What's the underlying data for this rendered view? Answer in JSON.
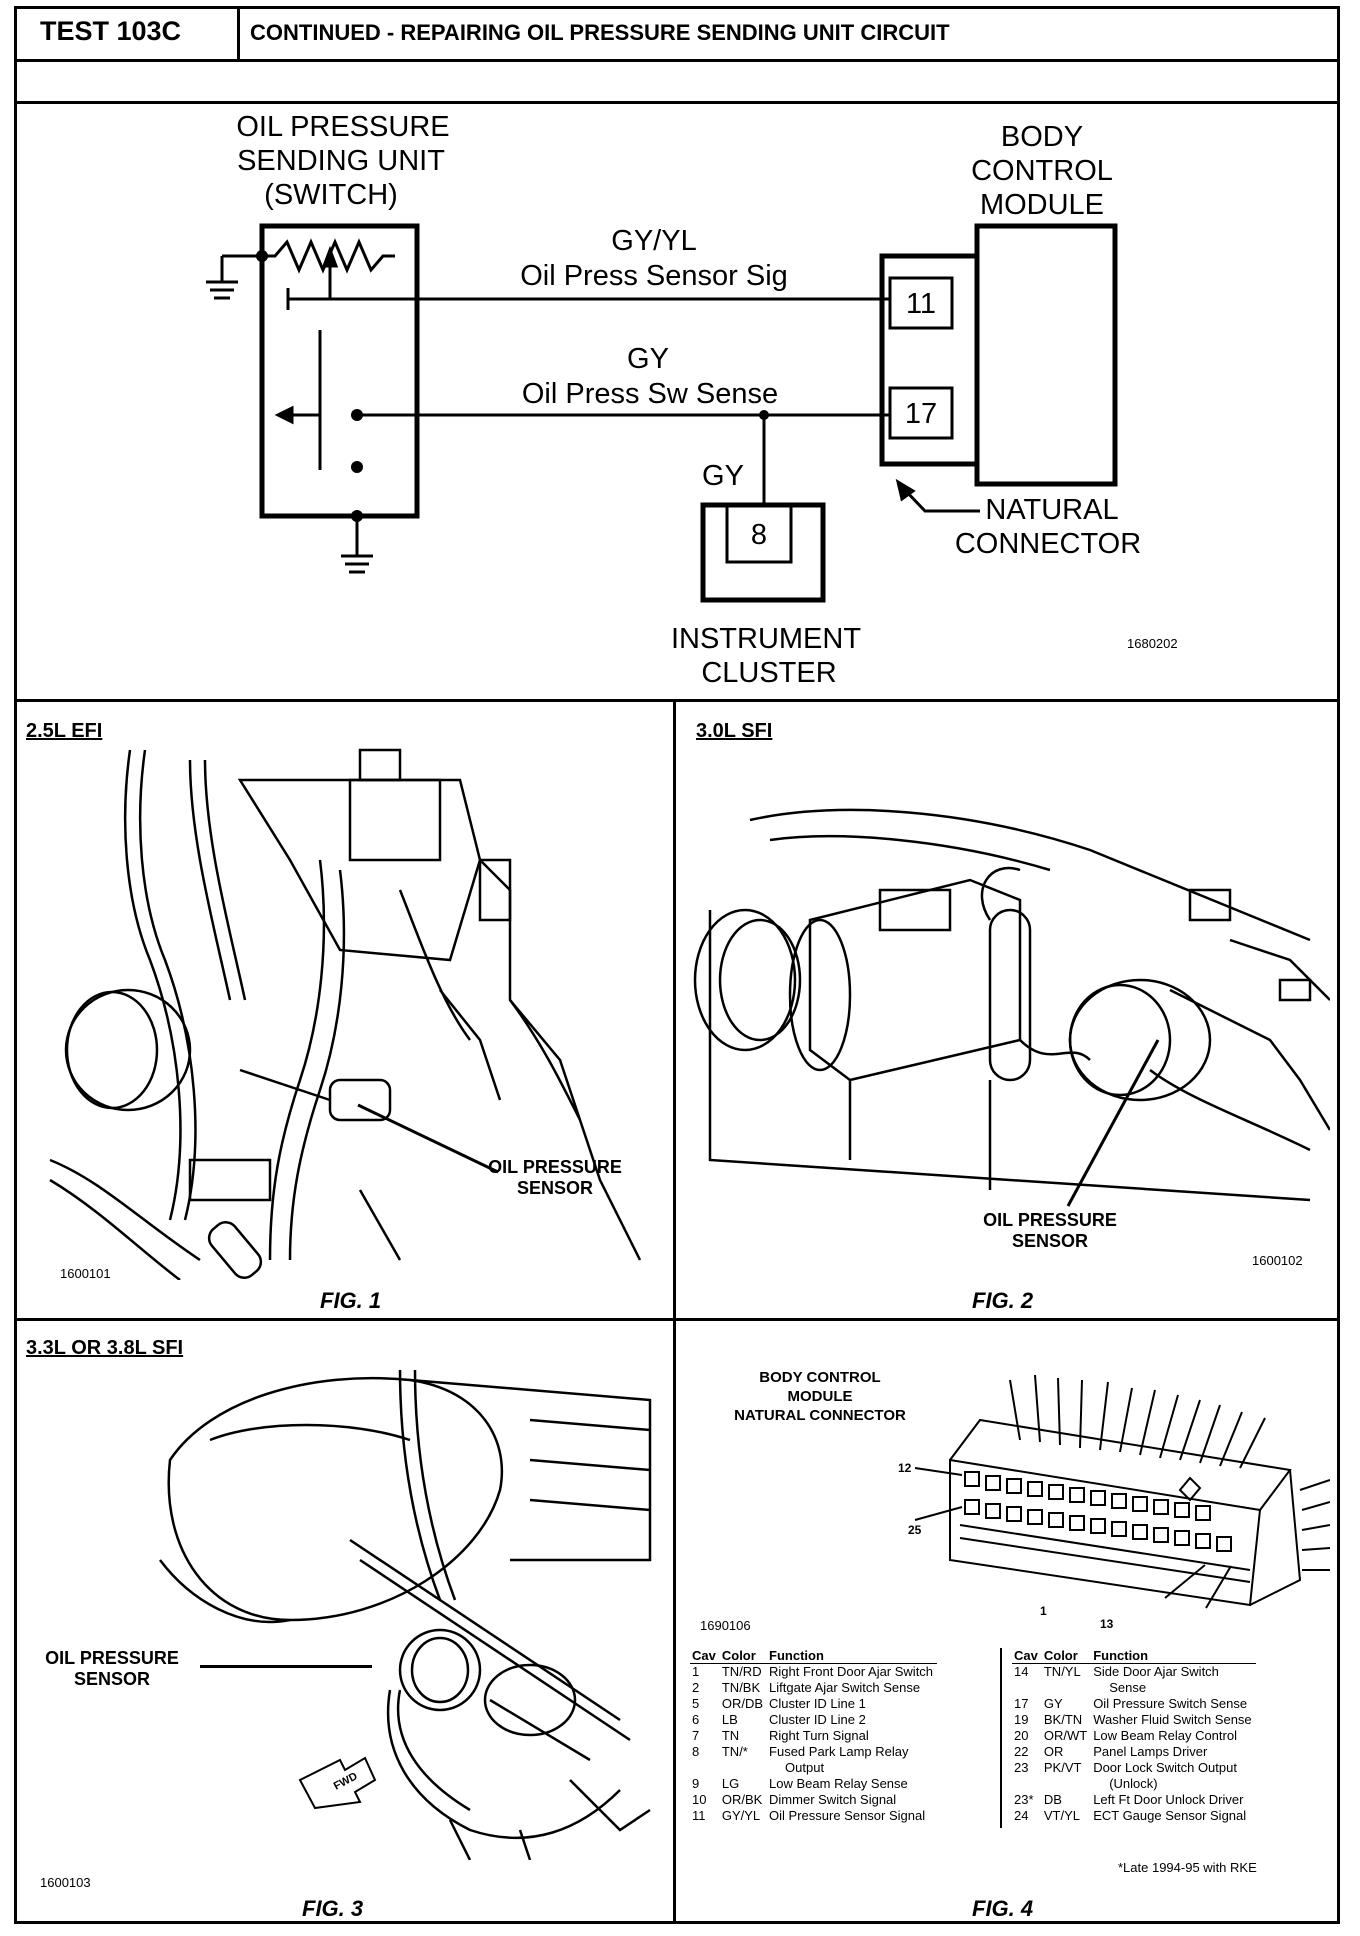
{
  "header": {
    "test_id": "TEST 103C",
    "title": "CONTINUED -  REPAIRING OIL PRESSURE SENDING UNIT CIRCUIT"
  },
  "schematic": {
    "sending_unit_label": [
      "OIL PRESSURE",
      "SENDING UNIT",
      "(SWITCH)"
    ],
    "bcm_label": [
      "BODY",
      "CONTROL",
      "MODULE"
    ],
    "wire1_color": "GY/YL",
    "wire1_name": "Oil Press Sensor Sig",
    "wire2_color": "GY",
    "wire2_name": "Oil Press Sw Sense",
    "branch_color": "GY",
    "pin_11": "11",
    "pin_17": "17",
    "pin_8": "8",
    "connector_label": [
      "NATURAL",
      "CONNECTOR"
    ],
    "cluster_label": [
      "INSTRUMENT",
      "CLUSTER"
    ],
    "code": "1680202"
  },
  "fig1": {
    "engine": "2.5L EFI",
    "callout": [
      "OIL PRESSURE",
      "SENSOR"
    ],
    "code": "1600101",
    "caption": "FIG. 1"
  },
  "fig2": {
    "engine": "3.0L SFI",
    "callout": [
      "OIL PRESSURE",
      "SENSOR"
    ],
    "code": "1600102",
    "caption": "FIG. 2"
  },
  "fig3": {
    "engine": "3.3L OR 3.8L SFI",
    "callout": [
      "OIL PRESSURE",
      "SENSOR"
    ],
    "arrow_text": "FWD",
    "code": "1600103",
    "caption": "FIG. 3"
  },
  "fig4": {
    "title": [
      "BODY CONTROL",
      "MODULE",
      "NATURAL CONNECTOR"
    ],
    "pin_labels": {
      "p12": "12",
      "p25": "25",
      "p1": "1",
      "p13": "13"
    },
    "code": "1690106",
    "caption": "FIG. 4",
    "headers": {
      "cav": "Cav",
      "color": "Color",
      "function": "Function"
    },
    "left_rows": [
      {
        "cav": "1",
        "color": "TN/RD",
        "function": "Right Front Door Ajar Switch"
      },
      {
        "cav": "2",
        "color": "TN/BK",
        "function": "Liftgate Ajar Switch Sense"
      },
      {
        "cav": "5",
        "color": "OR/DB",
        "function": "Cluster ID Line 1"
      },
      {
        "cav": "6",
        "color": "LB",
        "function": "Cluster ID Line 2"
      },
      {
        "cav": "7",
        "color": "TN",
        "function": "Right Turn Signal"
      },
      {
        "cav": "8",
        "color": "TN/*",
        "function": "Fused Park Lamp Relay",
        "cont": "Output"
      },
      {
        "cav": "9",
        "color": "LG",
        "function": "Low Beam Relay Sense"
      },
      {
        "cav": "10",
        "color": "OR/BK",
        "function": "Dimmer Switch Signal"
      },
      {
        "cav": "11",
        "color": "GY/YL",
        "function": "Oil Pressure Sensor Signal"
      }
    ],
    "right_rows": [
      {
        "cav": "14",
        "color": "TN/YL",
        "function": "Side Door Ajar Switch",
        "cont": "Sense"
      },
      {
        "cav": "17",
        "color": "GY",
        "function": "Oil Pressure Switch Sense"
      },
      {
        "cav": "19",
        "color": "BK/TN",
        "function": "Washer Fluid Switch Sense"
      },
      {
        "cav": "20",
        "color": "OR/WT",
        "function": "Low Beam Relay Control"
      },
      {
        "cav": "22",
        "color": "OR",
        "function": "Panel Lamps Driver"
      },
      {
        "cav": "23",
        "color": "PK/VT",
        "function": "Door Lock Switch Output",
        "cont": "(Unlock)"
      },
      {
        "cav": "23*",
        "color": "DB",
        "function": "Left Ft Door Unlock Driver"
      },
      {
        "cav": "24",
        "color": "VT/YL",
        "function": "ECT Gauge Sensor Signal"
      }
    ],
    "footnote": "*Late 1994-95 with RKE"
  }
}
